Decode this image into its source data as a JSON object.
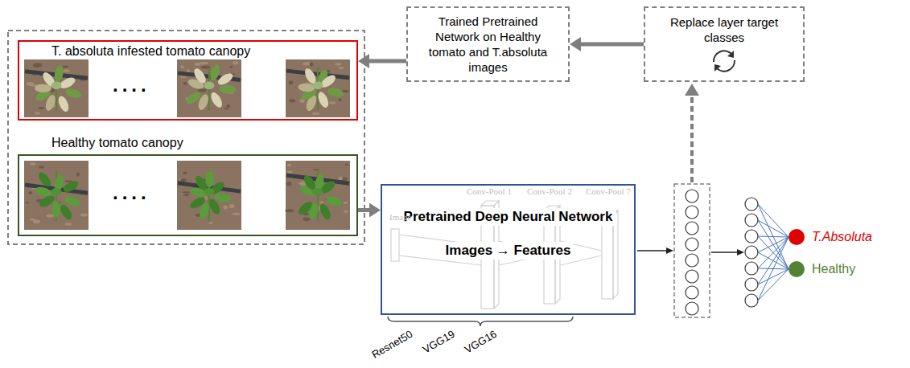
{
  "diagram": {
    "nodes": [
      {
        "text": [
          "T. absoluta infested tomato canopy"
        ]
      },
      {
        "text": [
          "Healthy tomato canopy"
        ]
      },
      {
        "text": [
          "Trained Pretrained Network on Healthy tomato and T.absoluta images"
        ]
      },
      {
        "text": [
          "Replace layer target classes"
        ]
      },
      {
        "text": [
          "Pretrained Deep Neural Network",
          "Images → Features"
        ]
      },
      {
        "text": [
          "T.Absoluta"
        ]
      },
      {
        "text": [
          "Healthy"
        ]
      }
    ],
    "edges": [
      {
        "from": 3,
        "to": 2,
        "arrow": "to"
      },
      {
        "from": 2,
        "to": 0,
        "arrow": "to"
      },
      {
        "from": 1,
        "to": 4,
        "arrow": "to"
      }
    ],
    "labels": [
      "....",
      "....",
      "Image",
      "Conv-Pool 1",
      "Conv-Pool 2",
      "Conv-Pool 7",
      "Resnet50",
      "VGG19",
      "VGG16"
    ]
  }
}
